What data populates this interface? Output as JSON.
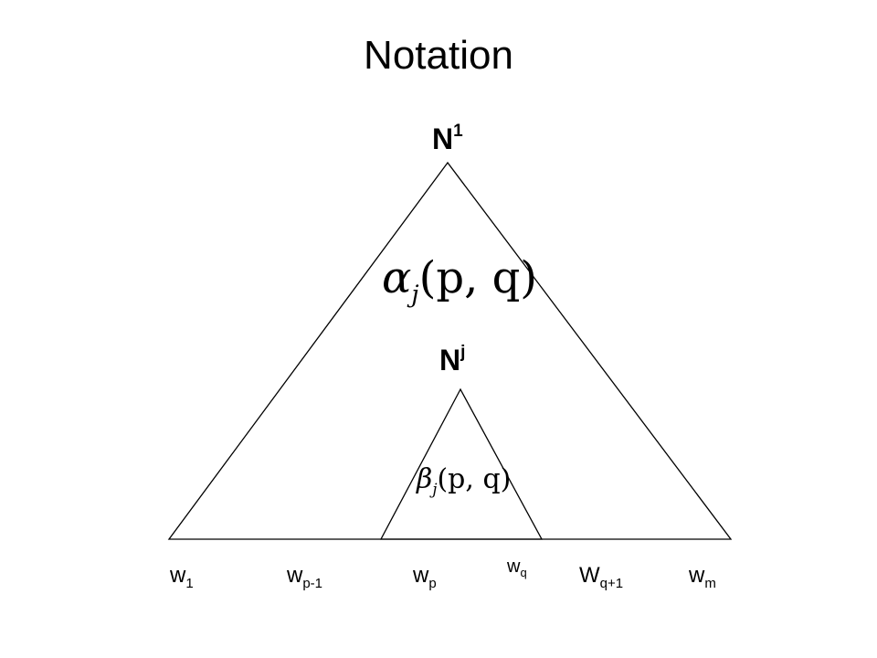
{
  "title": "Notation",
  "root": {
    "symbol": "N",
    "superscript": "1"
  },
  "inner": {
    "symbol": "N",
    "superscript": "j"
  },
  "outside_formula": {
    "func": "α",
    "sub": "j",
    "args": "(p, q)"
  },
  "inside_formula": {
    "func": "β",
    "sub": "j",
    "args": "(p, q)"
  },
  "leaves": [
    {
      "base": "w",
      "sub": "1"
    },
    {
      "base": "w",
      "sub": "p-1"
    },
    {
      "base": "w",
      "sub": "p"
    },
    {
      "base": "w",
      "sub": "q"
    },
    {
      "base": "W",
      "sub": "q+1"
    },
    {
      "base": "w",
      "sub": "m"
    }
  ]
}
